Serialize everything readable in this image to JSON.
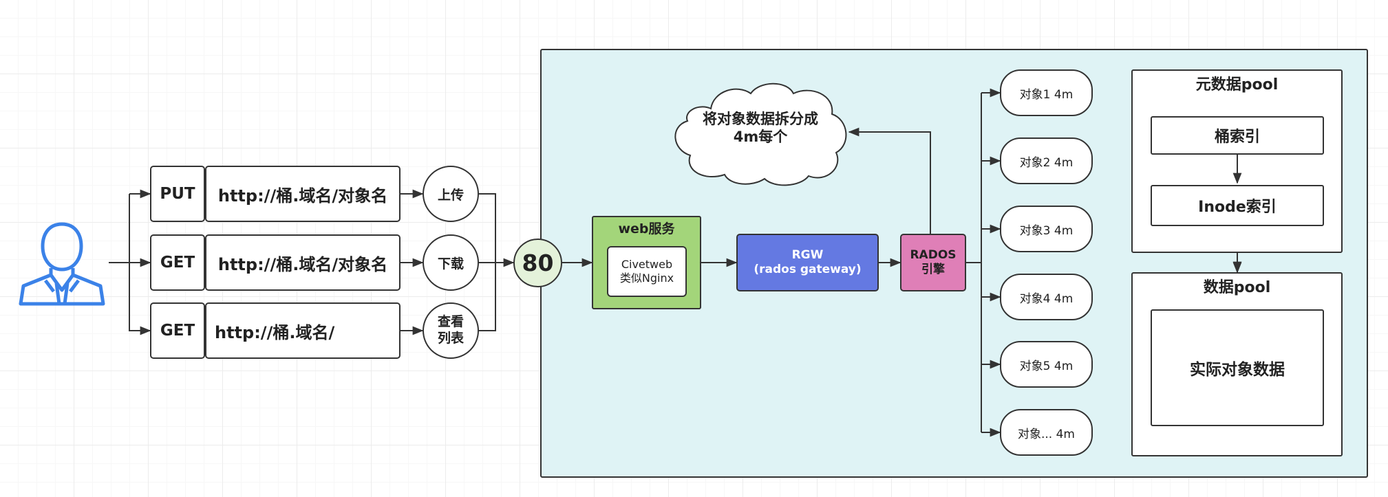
{
  "requests": [
    {
      "method": "PUT",
      "url": "http://桶.域名/对象名",
      "action": "上传"
    },
    {
      "method": "GET",
      "url": "http://桶.域名/对象名",
      "action": "下载"
    },
    {
      "method": "GET",
      "url": "http://桶.域名/",
      "action": "查看\n列表"
    }
  ],
  "port": "80",
  "web_service": {
    "title": "web服务",
    "inner": "Civetweb\n类似Nginx"
  },
  "rgw": "RGW\n(rados gateway)",
  "rados": "RADOS\n引擎",
  "cloud": "将对象数据拆分成\n4m每个",
  "objects": [
    "对象1 4m",
    "对象2 4m",
    "对象3 4m",
    "对象4 4m",
    "对象5 4m",
    "对象... 4m"
  ],
  "metadata_pool": {
    "title": "元数据pool",
    "bucket_index": "桶索引",
    "inode_index": "Inode索引"
  },
  "data_pool": {
    "title": "数据pool",
    "content": "实际对象数据"
  },
  "colors": {
    "user_icon": "#3b82e8",
    "panel_bg": "#dff3f5",
    "web_service_bg": "#a3d57a",
    "port_bg": "#e4f2da",
    "rgw_bg": "#6479e2",
    "rados_bg": "#df7fb7"
  }
}
